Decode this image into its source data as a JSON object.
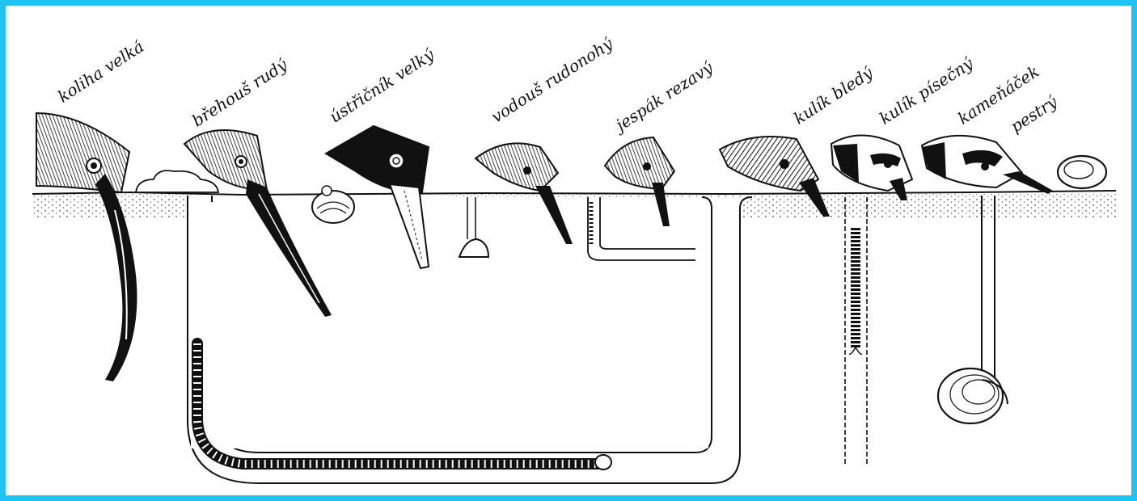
{
  "labels": {
    "koliha": "koliha velká",
    "brehous": "břehouš rudý",
    "ustricnik": "ústřičník velký",
    "vodous": "vodouš rudonohý",
    "jespak": "jespák rezavý",
    "kulik_bledy": "kulík bledý",
    "kulik_pisecny": "kulík písečný",
    "kamenacek_1": "kameňáček",
    "kamenacek_2": "pestrý"
  },
  "colors": {
    "frame": "#1fc3f2",
    "background": "#ffffff",
    "ink": "#111111"
  }
}
